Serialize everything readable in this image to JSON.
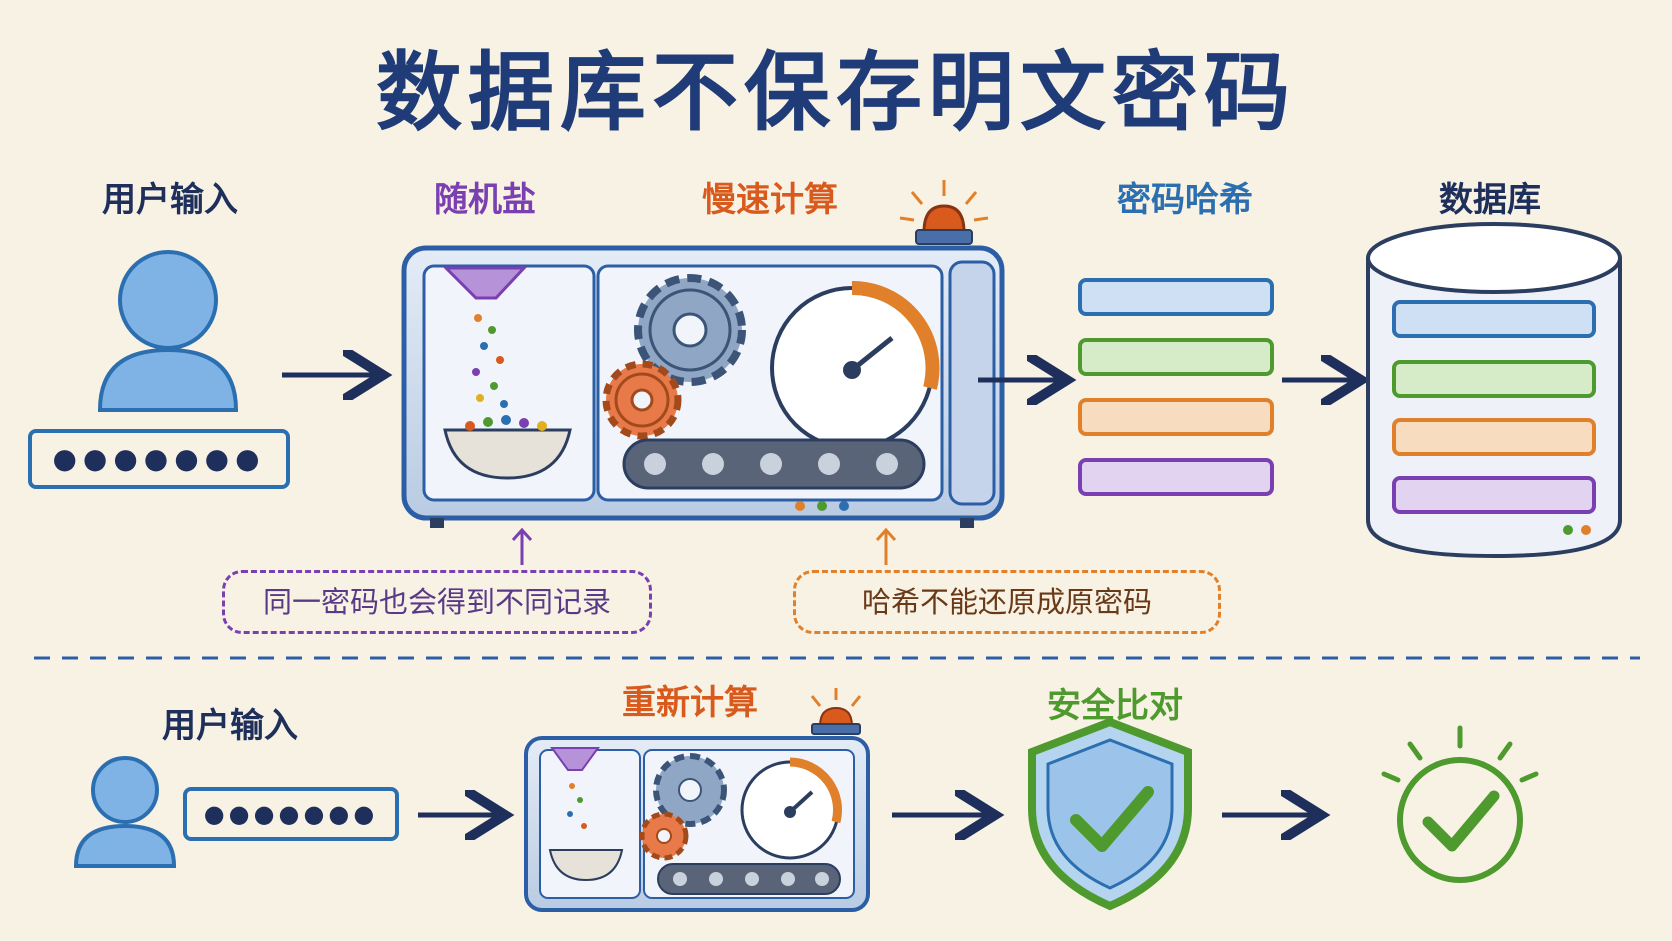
{
  "title": "数据库不保存明文密码",
  "top": {
    "user_label": "用户输入",
    "password_mask": "●●●●●●●",
    "salt_label": "随机盐",
    "slow_label": "慢速计算",
    "hash_label": "密码哈希",
    "db_label": "数据库",
    "note_salt": "同一密码也会得到不同记录",
    "note_hash": "哈希不能还原成原密码"
  },
  "bottom": {
    "user_label": "用户输入",
    "password_mask": "●●●●●●●",
    "recompute_label": "重新计算",
    "compare_label": "安全比对"
  },
  "colors": {
    "title": "#1f3c78",
    "purple": "#7a3fb0",
    "orange": "#d85a1c",
    "blue": "#2c6fb0",
    "green": "#4e9a2e",
    "dark": "#1e2f5c"
  },
  "icons": [
    "user-icon",
    "salt-funnel-icon",
    "gear-icon",
    "speedometer-icon",
    "alarm-light-icon",
    "conveyor-icon",
    "hash-bar-icon",
    "database-icon",
    "shield-check-icon",
    "check-circle-icon",
    "arrow-icon"
  ]
}
